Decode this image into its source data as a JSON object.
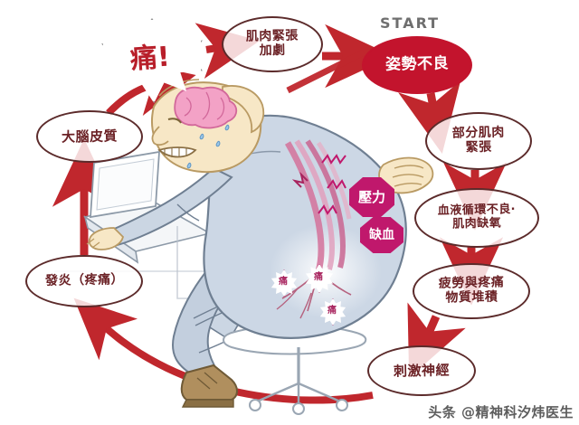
{
  "diagram": {
    "start_label": "START",
    "nodes": [
      {
        "id": "posture",
        "label": "姿勢不良",
        "kind": "start"
      },
      {
        "id": "partial",
        "label": "部分肌肉\n緊張",
        "kind": "ellipse"
      },
      {
        "id": "circ",
        "label": "血液循環不良‧\n肌肉缺氧",
        "kind": "ellipse"
      },
      {
        "id": "fatigue",
        "label": "疲勞與疼痛\n物質堆積",
        "kind": "ellipse"
      },
      {
        "id": "nerve",
        "label": "刺激神經",
        "kind": "ellipse"
      },
      {
        "id": "inflam",
        "label": "發炎（疼痛）",
        "kind": "ellipse"
      },
      {
        "id": "cortex",
        "label": "大腦皮質",
        "kind": "ellipse"
      },
      {
        "id": "tension",
        "label": "肌肉緊張\n加劇",
        "kind": "ellipse"
      }
    ],
    "pain_burst": "痛!",
    "badges": [
      {
        "id": "pressure",
        "label": "壓力"
      },
      {
        "id": "ischemia",
        "label": "缺血"
      }
    ],
    "back_bursts": [
      {
        "id": "back-pain-1",
        "label": "痛"
      },
      {
        "id": "back-pain-2",
        "label": "痛"
      },
      {
        "id": "back-pain-3",
        "label": "痛"
      }
    ]
  },
  "watermark": "头条 @精神科汐炜医生",
  "colors": {
    "arrow_red": "#c0272d",
    "start_fill": "#c3142d",
    "node_stroke": "#5c2b2b",
    "node_text": "#6b2226",
    "badge_fill": "#c0186c",
    "shirt": "#cfd8e4",
    "skin": "#f7e7c6",
    "brain": "#f09ec4",
    "muscle": "#d4789f",
    "shoe": "#9a7b4f"
  }
}
